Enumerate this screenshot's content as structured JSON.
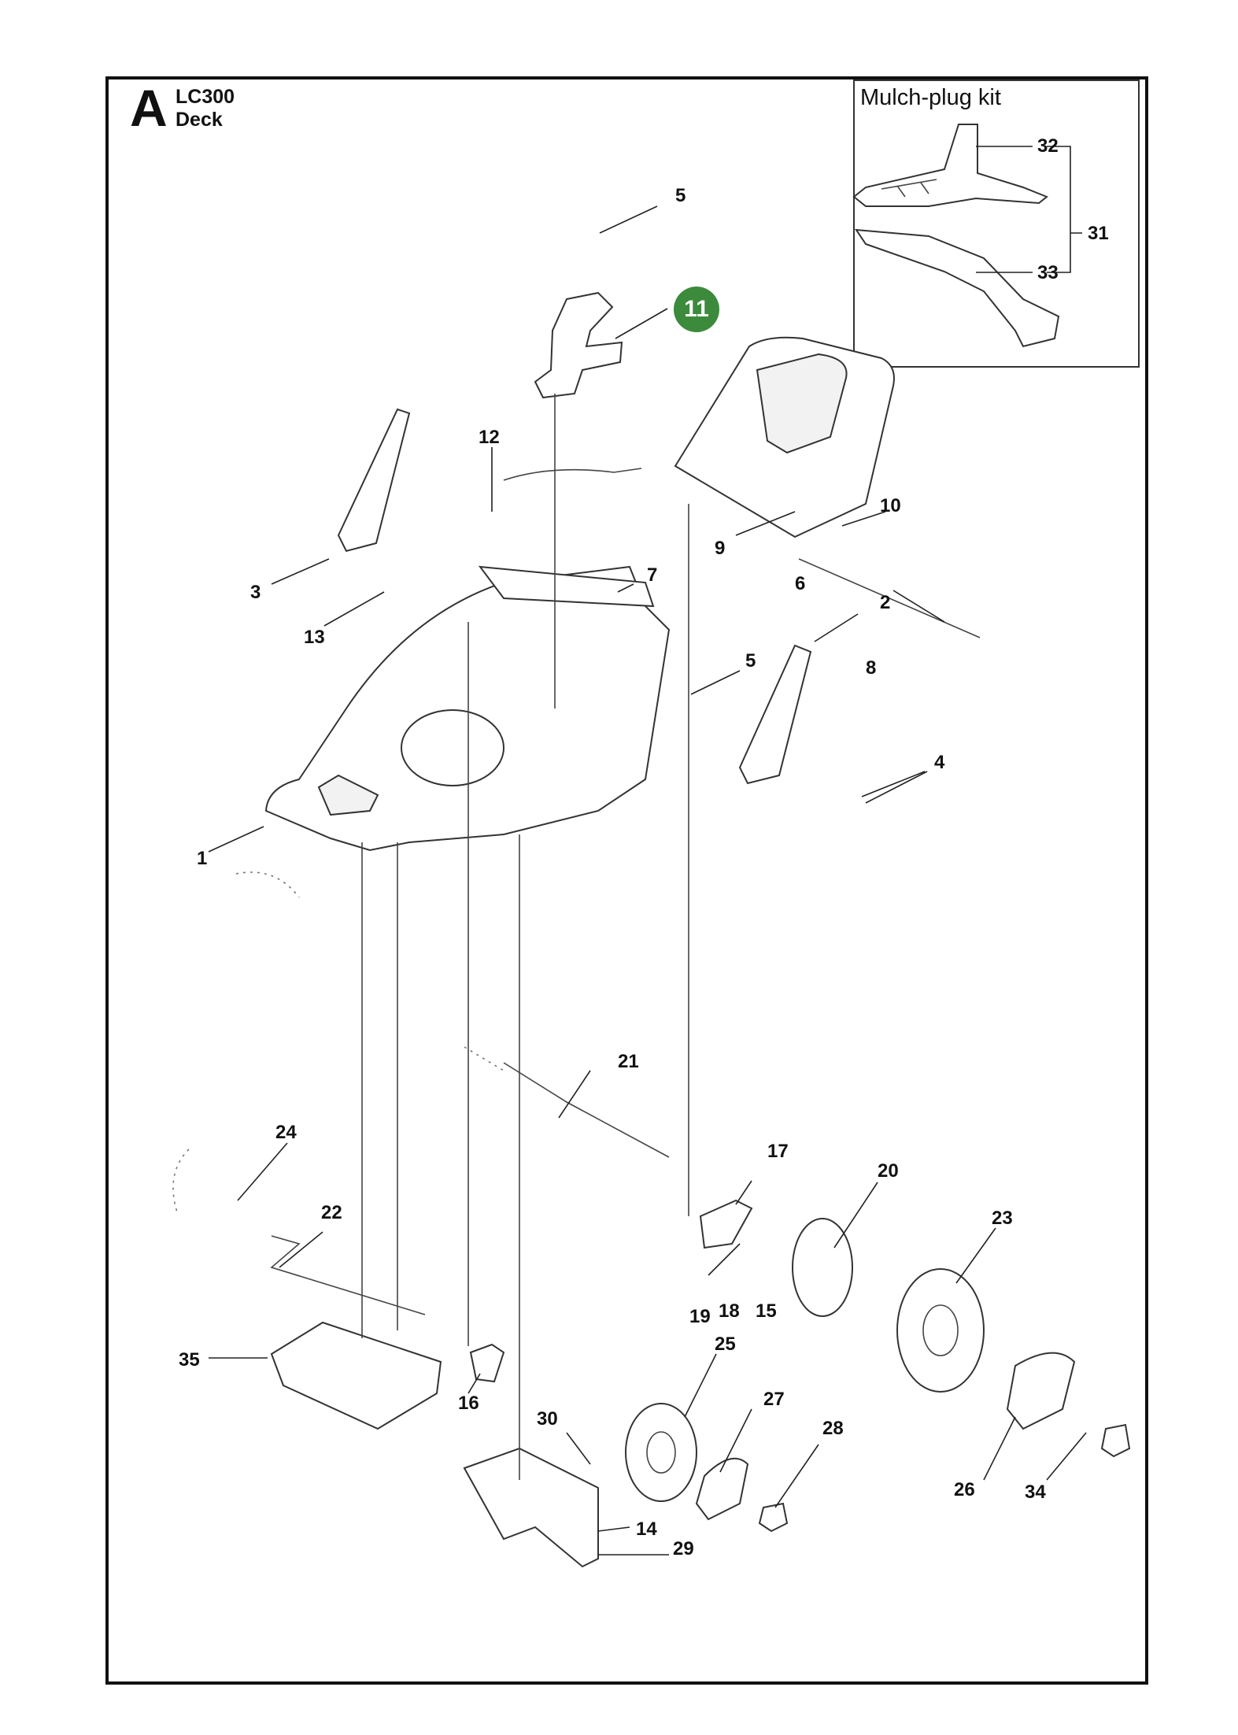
{
  "header": {
    "section_letter": "A",
    "model": "LC300",
    "subtitle": "Deck"
  },
  "kit": {
    "title": "Mulch-plug kit"
  },
  "highlight": {
    "label": "11",
    "color": "#3c8a3c"
  },
  "callouts": [
    "1",
    "2",
    "3",
    "4",
    "5",
    "5",
    "6",
    "7",
    "8",
    "9",
    "10",
    "12",
    "13",
    "14",
    "15",
    "16",
    "17",
    "18",
    "19",
    "20",
    "21",
    "22",
    "23",
    "24",
    "25",
    "26",
    "27",
    "28",
    "29",
    "30",
    "31",
    "32",
    "33",
    "34",
    "35"
  ]
}
